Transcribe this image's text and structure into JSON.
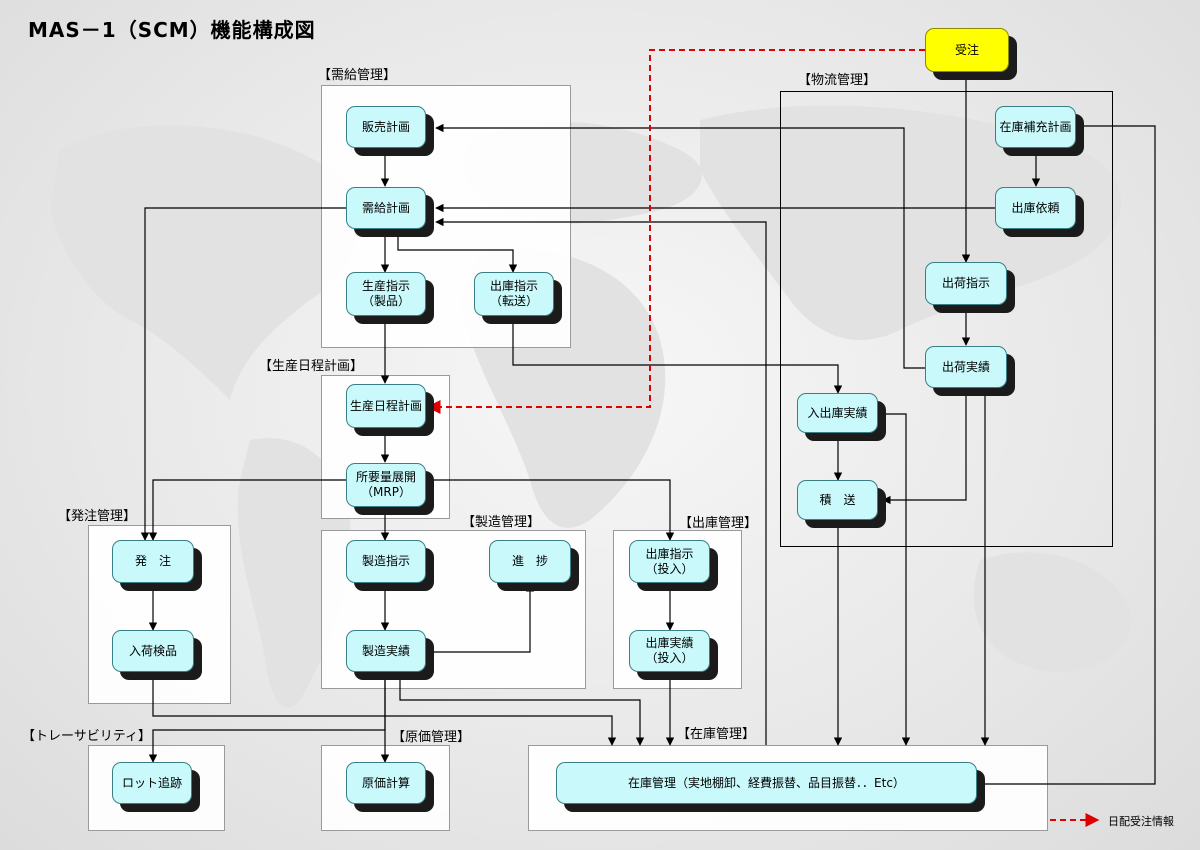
{
  "title": "MAS－1（SCM）機能構成図",
  "sections": {
    "demand": "【需給管理】",
    "logistics": "【物流管理】",
    "schedule": "【生産日程計画】",
    "purchase": "【発注管理】",
    "manufacturing": "【製造管理】",
    "shipping": "【出庫管理】",
    "inventory": "【在庫管理】",
    "traceability": "【トレーサビリティ】",
    "costing": "【原価管理】"
  },
  "nodes": {
    "order": [
      "受注"
    ],
    "sales_plan": [
      "販売計画"
    ],
    "supply_plan": [
      "需給計画"
    ],
    "production_order": [
      "生産指示",
      "（製品）"
    ],
    "issue_transfer": [
      "出庫指示",
      "（転送）"
    ],
    "stock_replenish": [
      "在庫補充計画"
    ],
    "issue_request": [
      "出庫依頼"
    ],
    "ship_order": [
      "出荷指示"
    ],
    "ship_result": [
      "出荷実績"
    ],
    "in_out_result": [
      "入出庫実績"
    ],
    "loading": [
      "積　送"
    ],
    "schedule_plan": [
      "生産日程計画"
    ],
    "mrp": [
      "所要量展開",
      "（MRP）"
    ],
    "purchase_order": [
      "発　注"
    ],
    "receiving": [
      "入荷検品"
    ],
    "mfg_order": [
      "製造指示"
    ],
    "progress": [
      "進　捗"
    ],
    "mfg_result": [
      "製造実績"
    ],
    "issue_input": [
      "出庫指示",
      "（投入）"
    ],
    "issue_result_input": [
      "出庫実績",
      "（投入）"
    ],
    "lot_trace": [
      "ロット追跡"
    ],
    "cost_calc": [
      "原価計算"
    ],
    "inventory_mgmt": [
      "在庫管理（実地棚卸、経費振替、品目振替．．Etc）"
    ]
  },
  "legend": {
    "label": "日配受注情報",
    "color": "#e00000"
  },
  "colors": {
    "node_fill": "#c9f9fb",
    "highlight_fill": "#ffff00",
    "edge": "#000000",
    "order_info_edge": "#e00000"
  }
}
